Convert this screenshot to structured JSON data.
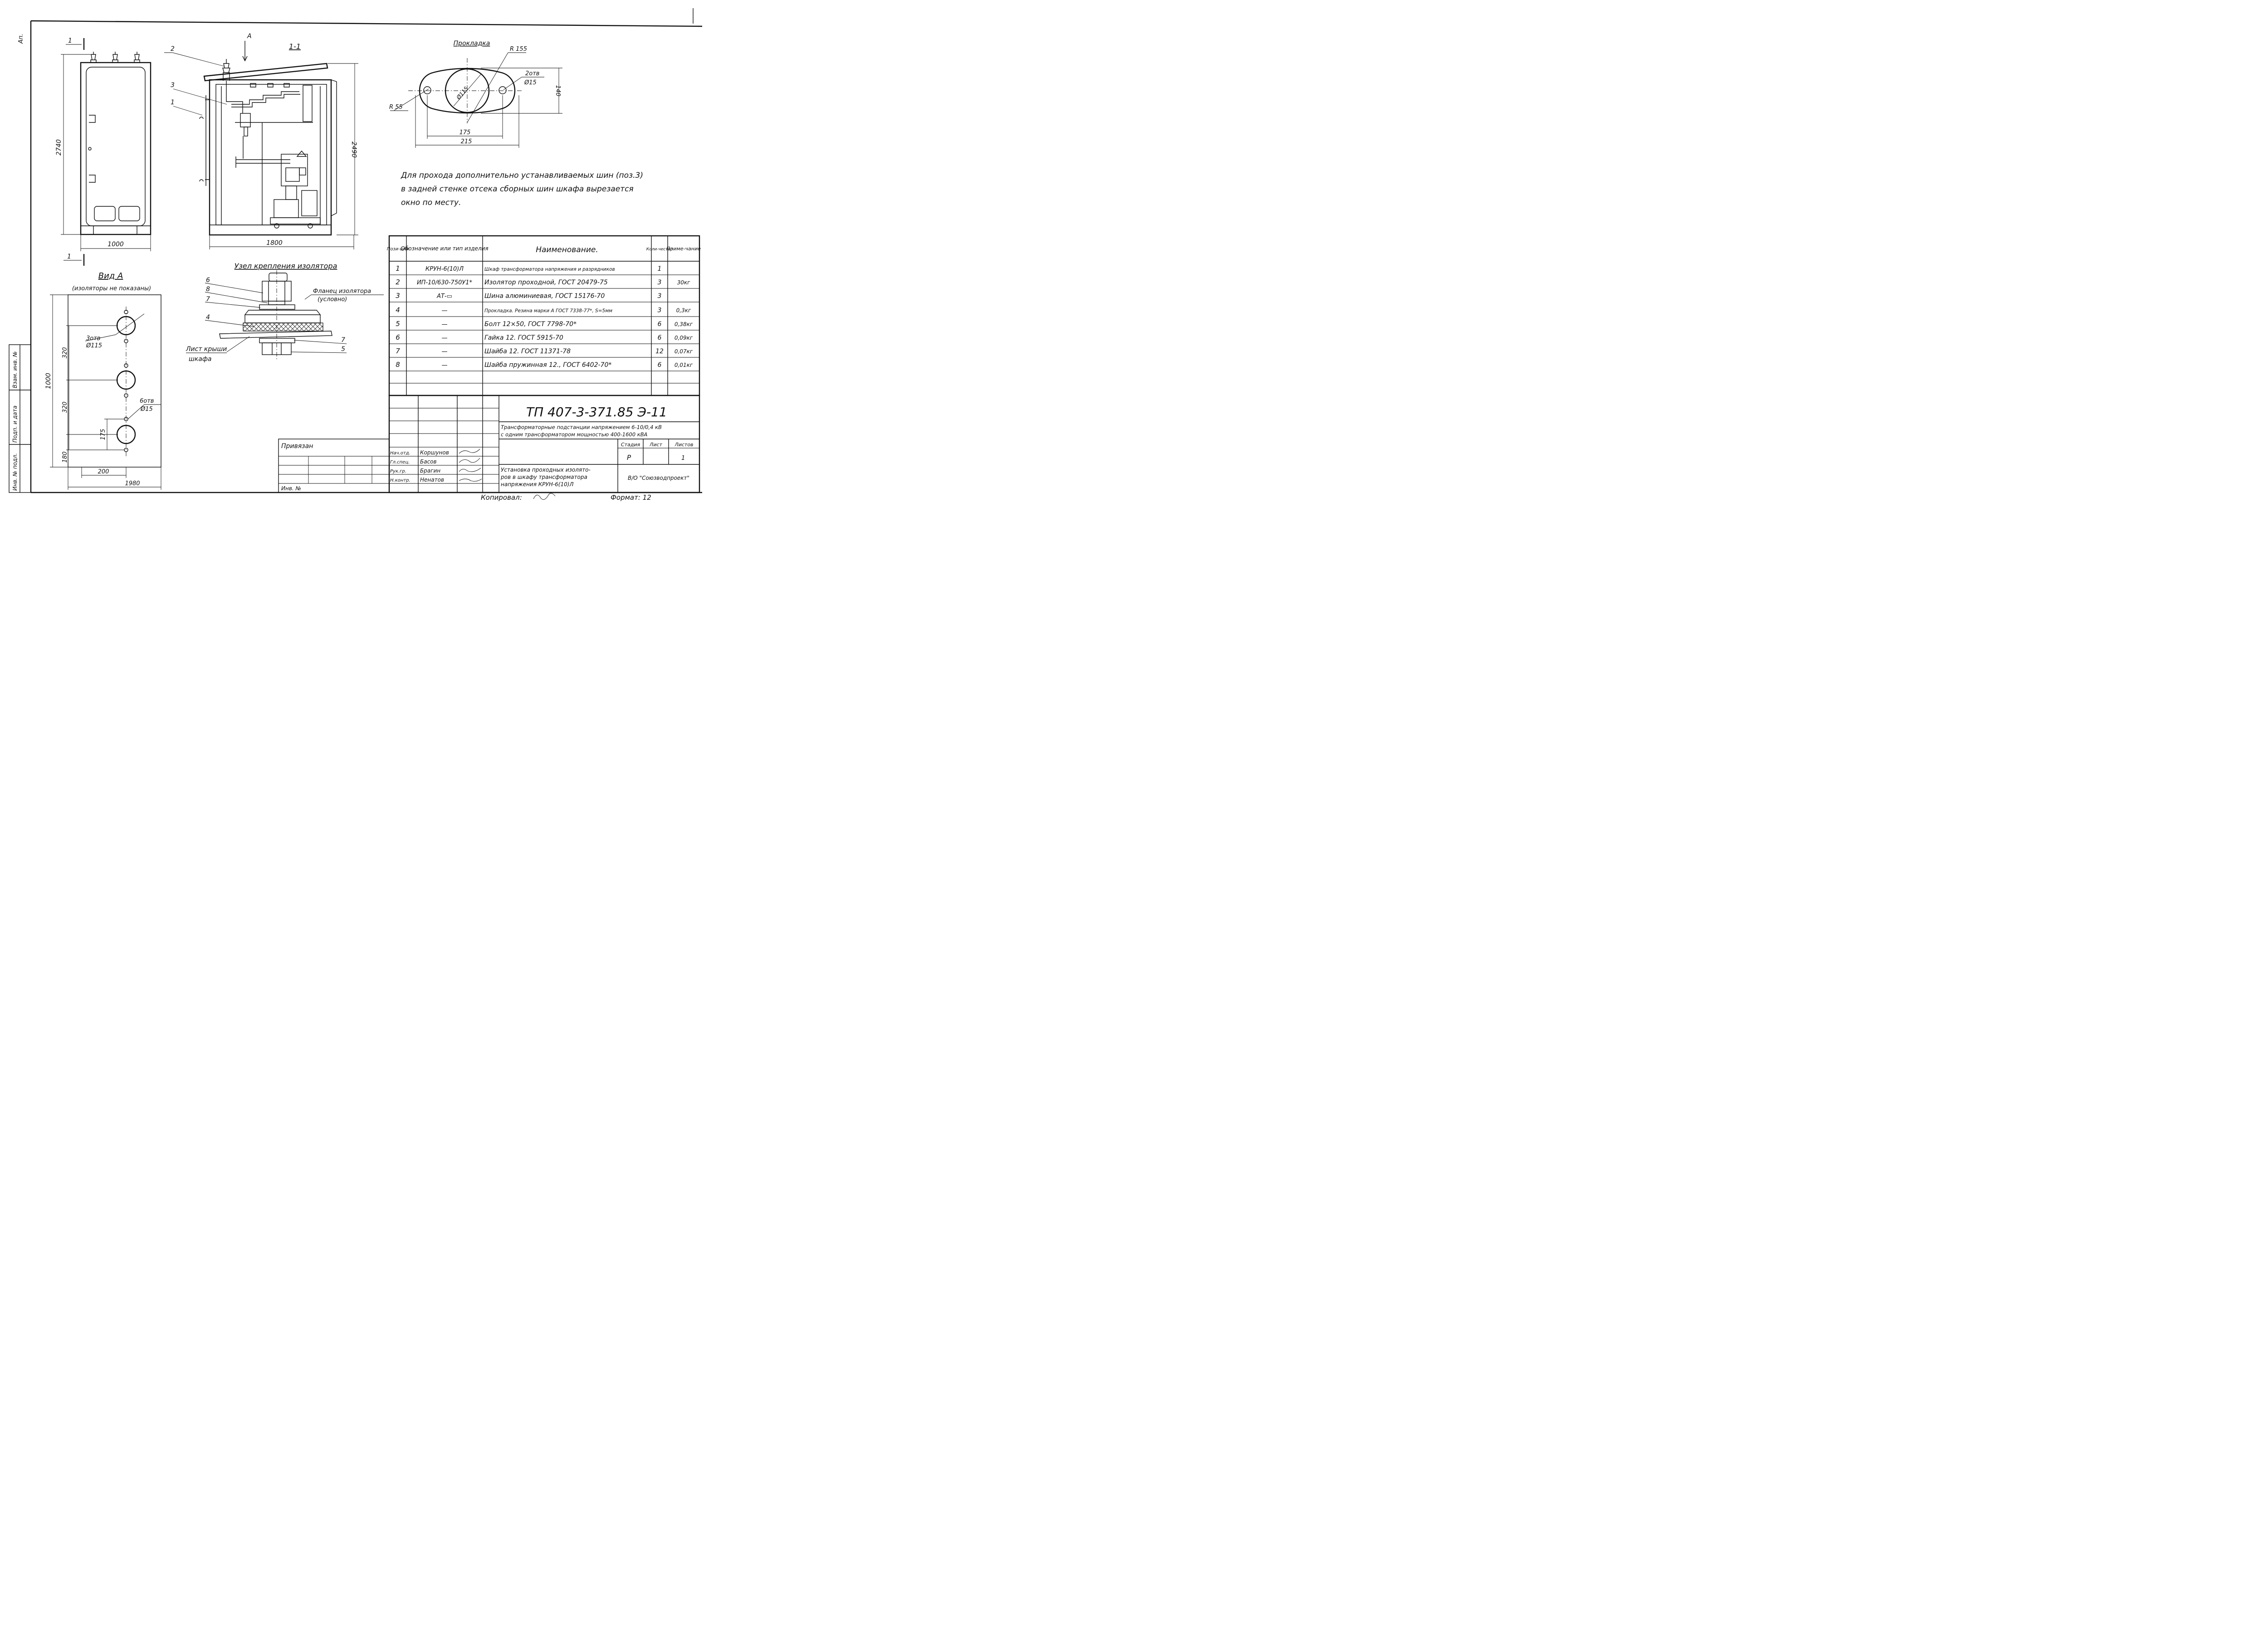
{
  "views": {
    "front": {
      "dim_height": "2740",
      "dim_width": "1000",
      "section_mark": "1"
    },
    "section": {
      "title": "1-1",
      "view_arrow": "А",
      "dim_height": "2490",
      "dim_width": "1800",
      "callouts": [
        "2",
        "3",
        "1"
      ]
    },
    "gasket": {
      "title": "Прокладка",
      "r_large": "R 155",
      "r_small": "R 55",
      "holes": "2отв",
      "hole_dia": "Ø15",
      "center_dia": "Ø115",
      "dim_height": "140",
      "dim_175": "175",
      "dim_215": "215"
    },
    "view_a": {
      "title": "Вид А",
      "subtitle": "(изоляторы не показаны)",
      "holes_large": "3отв",
      "holes_large_dia": "Ø115",
      "holes_small": "6отв",
      "holes_small_dia": "Ø15",
      "dim_320a": "320",
      "dim_320b": "320",
      "dim_180": "180",
      "dim_175": "175",
      "dim_1000": "1000",
      "dim_200": "200",
      "dim_1980": "1980"
    },
    "node": {
      "title": "Узел крепления изолятора",
      "flange": "Фланец изолятора",
      "flange_note": "(условно)",
      "roof": "Лист крыши",
      "roof2": "шкафа",
      "callouts": [
        "6",
        "8",
        "7",
        "4",
        "7",
        "5"
      ]
    }
  },
  "note": {
    "line1": "Для прохода дополнительно устанавливаемых шин (поз.3)",
    "line2": "в задней стенке отсека сборных шин шкафа вырезается",
    "line3": "окно по месту."
  },
  "spec_table": {
    "headers": {
      "pos": "Пози-ция",
      "designation": "Обозначение или тип изделия",
      "name": "Наименование.",
      "qty": "Коли-чество",
      "note": "Приме-чание"
    },
    "rows": [
      {
        "pos": "1",
        "designation": "КРУН-6(10)Л",
        "name": "Шкаф трансформатора напряжения и разрядников",
        "qty": "1",
        "note": ""
      },
      {
        "pos": "2",
        "designation": "ИП-10/630-750У1*",
        "name": "Изолятор проходной, ГОСТ 20479-75",
        "qty": "3",
        "note": "30кг"
      },
      {
        "pos": "3",
        "designation": "АТ-▭",
        "name": "Шина алюминиевая, ГОСТ 15176-70",
        "qty": "3",
        "note": ""
      },
      {
        "pos": "4",
        "designation": "—",
        "name": "Прокладка. Резина марки А ГОСТ 7338-77*, S=5мм",
        "qty": "3",
        "note": "0,3кг"
      },
      {
        "pos": "5",
        "designation": "—",
        "name": "Болт 12×50, ГОСТ 7798-70*",
        "qty": "6",
        "note": "0,38кг"
      },
      {
        "pos": "6",
        "designation": "—",
        "name": "Гайка 12. ГОСТ 5915-70",
        "qty": "6",
        "note": "0,09кг"
      },
      {
        "pos": "7",
        "designation": "—",
        "name": "Шайба 12. ГОСТ 11371-78",
        "qty": "12",
        "note": "0,07кг"
      },
      {
        "pos": "8",
        "designation": "—",
        "name": "Шайба пружинная 12., ГОСТ 6402-70*",
        "qty": "6",
        "note": "0,01кг"
      }
    ]
  },
  "title_block": {
    "doc_number": "ТП 407-3-371.85 Э-11",
    "project_title": "Трансформаторные подстанции напряжением 6-10/0,4 кВ с одним трансформатором мощностью 400-1600 кВА",
    "sheet_title": "Установка проходных изоляторов в шкафу трансформатора напряжения КРУН-6(10)Л",
    "organization": "В/О \"Союзводпроект\"",
    "stage_label": "Стадия",
    "sheet_label": "Лист",
    "sheets_label": "Листов",
    "stage": "Р",
    "sheets": "1",
    "roles": [
      "Нач.отд.",
      "Гл.спец.",
      "Рук.гр.",
      "Н.контр."
    ],
    "names": [
      "Коршунов",
      "Басов",
      "Брагин",
      "Ненатов"
    ],
    "privyazan": "Привязан",
    "inv": "Инв. №",
    "copied": "Копировал:",
    "format": "Формат: 12"
  },
  "side_stamp": [
    "Инв. № подл.",
    "Подп. и дата",
    "Взам. инв. №"
  ],
  "corner_mark": "Ап."
}
